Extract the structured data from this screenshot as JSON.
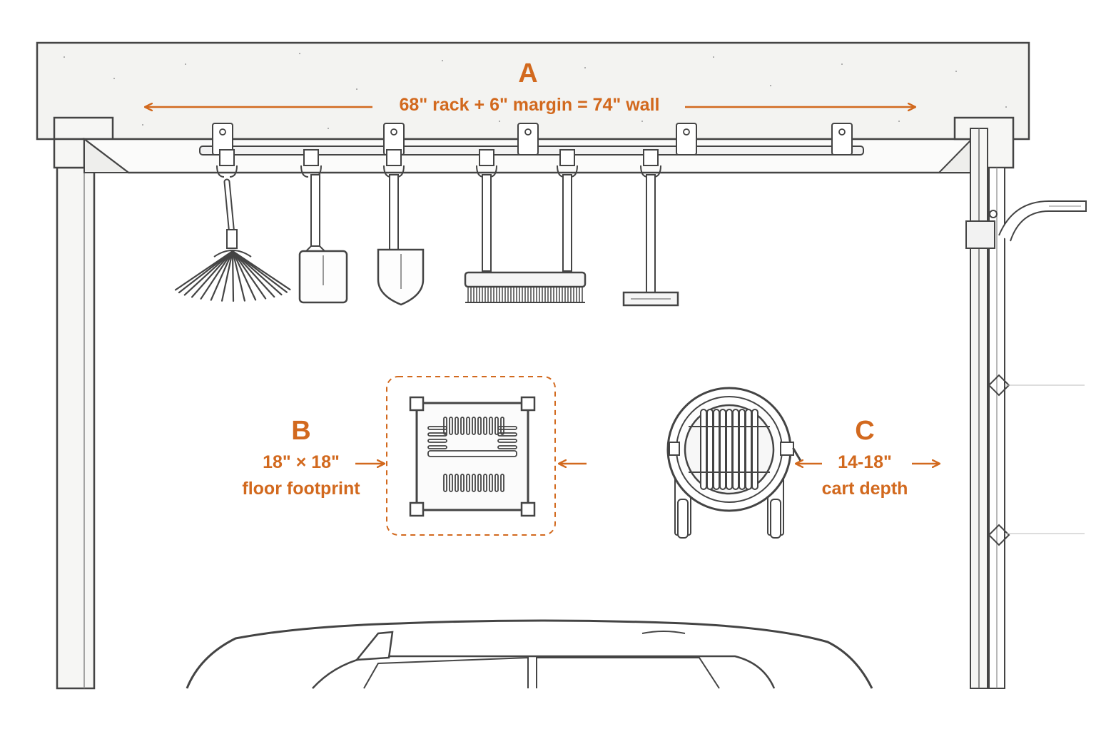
{
  "colors": {
    "accent": "#D2691E",
    "line": "#4a4a4a",
    "fill": "#f4f4f4"
  },
  "dimensions": {
    "a": {
      "letter": "A",
      "text": "68\" rack + 6\" margin = 74\" wall"
    },
    "b": {
      "letter": "B",
      "line1": "18\" × 18\"",
      "line2": "floor footprint"
    },
    "c": {
      "letter": "C",
      "line1": "14-18\"",
      "line2": "cart depth"
    }
  },
  "hanging_tools": [
    {
      "name": "leaf-rake",
      "icon": "rake-icon"
    },
    {
      "name": "snow-shovel",
      "icon": "flat-shovel-icon"
    },
    {
      "name": "spade-shovel",
      "icon": "spade-icon"
    },
    {
      "name": "push-broom",
      "icon": "push-broom-icon"
    },
    {
      "name": "floor-squeegee",
      "icon": "squeegee-icon"
    }
  ],
  "floor_items": [
    {
      "name": "floor-base",
      "icon": "floor-mat-icon"
    },
    {
      "name": "hose-reel-cart",
      "icon": "hose-reel-icon"
    }
  ]
}
